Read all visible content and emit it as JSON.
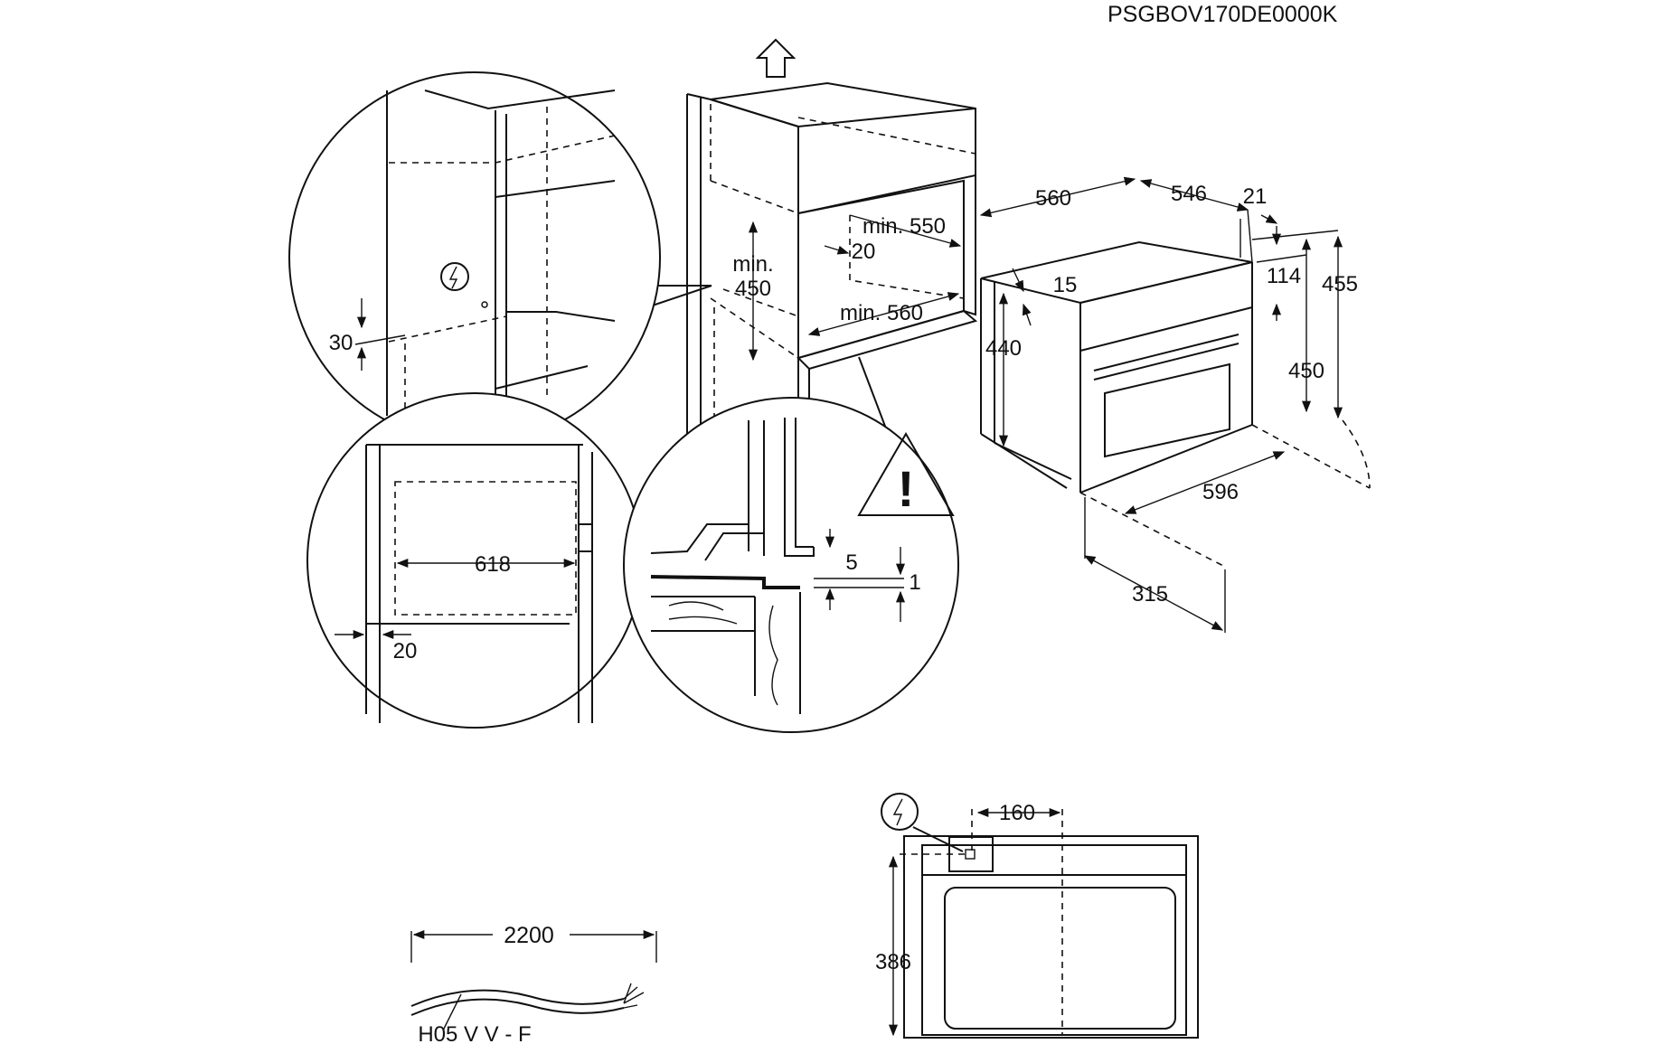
{
  "document_code": "PSGBOV170DE0000K",
  "dimensions": {
    "d560_top": "560",
    "d546": "546",
    "d21": "21",
    "d114": "114",
    "d455": "455",
    "d15": "15",
    "d440": "440",
    "d450_right": "450",
    "d596": "596",
    "d315": "315",
    "min550": "min. 550",
    "d20_niche": "20",
    "min450_a": "min.",
    "min450_b": "450",
    "min560": "min. 560",
    "d30": "30",
    "d618": "618",
    "d20_detail": "20",
    "d5": "5",
    "d1": "1",
    "d160": "160",
    "d386": "386",
    "d2200": "2200"
  },
  "cable_type": "H05 V V - F",
  "warning_symbol": "!",
  "icons": [
    "arrow-up-icon",
    "electric-connection-icon",
    "warning-triangle-icon"
  ]
}
